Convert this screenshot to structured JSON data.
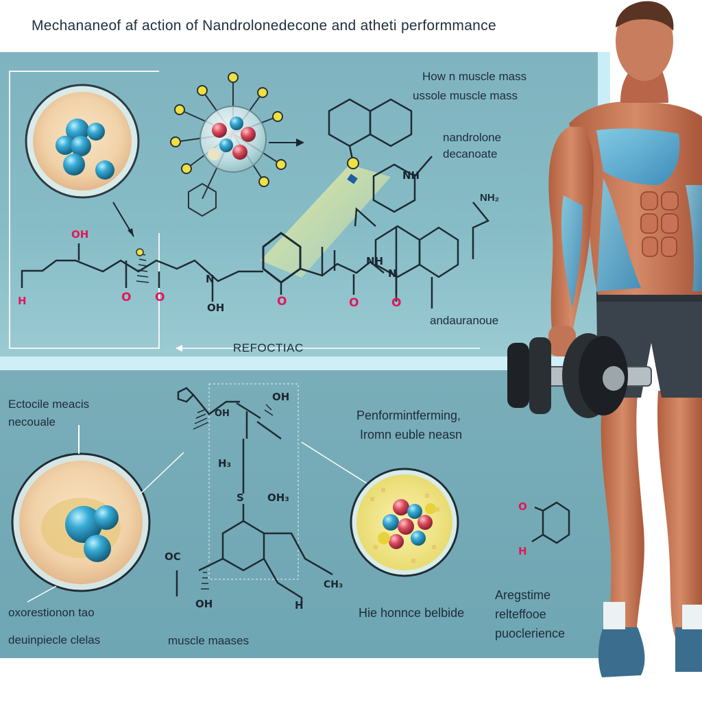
{
  "title": "Mechananeof af action  of Nandrolonedecone   and  atheti performmance",
  "labels": {
    "how_muscle_line1": "How n muscle mass",
    "how_muscle_line2": "ussole muscle mass",
    "nandrolone_line1": "nandrolone",
    "nandrolone_line2": "decanoate",
    "nh2_right": "NH₂",
    "andaura": "andauranoue",
    "refoctiac": "REFOCTIAC",
    "ectocile_line1": "Ectocile meacis",
    "ectocile_line2": "necouale",
    "performing_line1": "Penformintferming,",
    "performing_line2": "Iromn euble neasn",
    "oxoreston_line1": "oxorestionon tao",
    "oxoreston_line2": "deuinpiecle clelas",
    "muscle_masses": "muscle maases",
    "hie_honnce": "Hie honnce belbide",
    "aregstime_line1": "Aregstime",
    "aregstime_line2": "relteffooe",
    "aregstime_line3": "puoclerience"
  },
  "chem_labels": {
    "oh_top": "OH",
    "h_left": "H",
    "o1": "O",
    "o2": "O",
    "n_mid": "N",
    "oh_mid": "OH",
    "o3": "O",
    "o4": "O",
    "o5": "O",
    "nh_a": "NH",
    "n_b": "N",
    "nh_ring": "NH",
    "o_bottom_oh": "OH",
    "oh_bottom": "OH",
    "h3": "H₃",
    "sto": "S",
    "sto_oh": "OH₃",
    "oc": "OC",
    "ohi": "OH",
    "ch3": "CH₃",
    "h_bottom": "H",
    "o_small": "O",
    "h_small": "H"
  },
  "colors": {
    "panel": "#7fb3bf",
    "accent_pink": "#e0185b",
    "atom_blue": "#2f9fc9",
    "atom_red": "#d9475a",
    "atom_yellow": "#e8d23a",
    "skin": "#c8795a",
    "shorts": "#3c4450"
  },
  "icons": [
    "molecule-cluster-icon",
    "muscle-cell-icon",
    "dumbbell-icon",
    "athlete-illustration"
  ]
}
